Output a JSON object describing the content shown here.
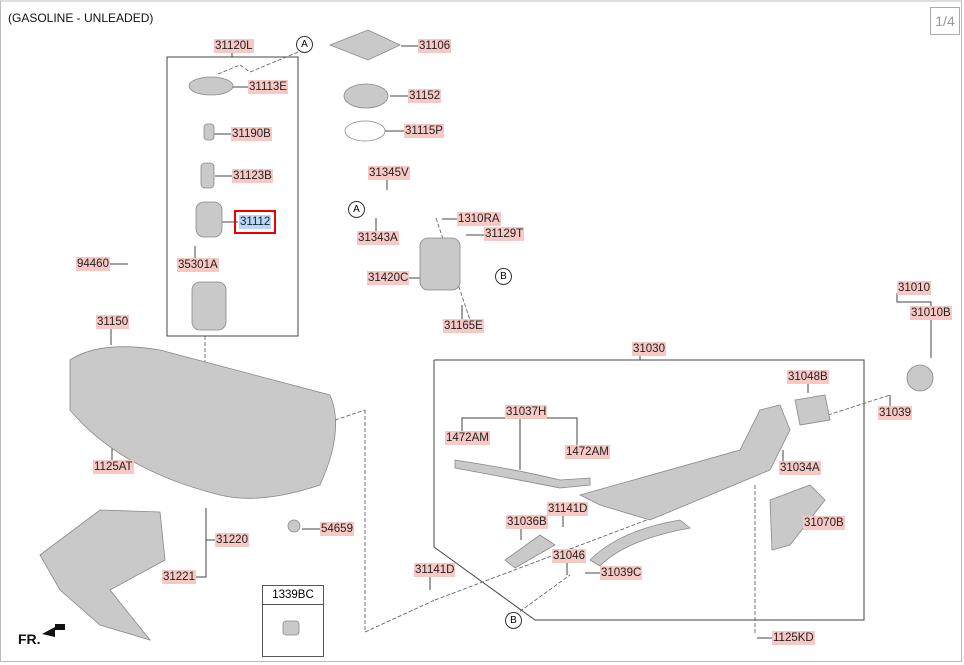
{
  "header": {
    "title": "(GASOLINE - UNLEADED)",
    "page_indicator": "1/4"
  },
  "selected_part": "31112",
  "parts": [
    "31120L",
    "31113E",
    "31190B",
    "31123B",
    "31112",
    "35301A",
    "94460",
    "31150",
    "31106",
    "31152",
    "31115P",
    "31345V",
    "1310RA",
    "31343A",
    "31129T",
    "31420C",
    "31165E",
    "31010",
    "31010B",
    "31030",
    "31048B",
    "31039",
    "31037H",
    "1472AM",
    "1472AM",
    "31034A",
    "31141D",
    "31036B",
    "31070B",
    "31046",
    "31039C",
    "31141D",
    "1125AT",
    "31220",
    "54659",
    "31221",
    "1125KD"
  ],
  "inset_box": {
    "label": "1339BC"
  },
  "reference_markers": [
    "A",
    "A",
    "B",
    "B"
  ],
  "orientation_label": "FR.",
  "colors": {
    "label_bg": "#f8c8c4",
    "selected_outline": "#e00000",
    "selected_bg": "#bcd6f5"
  }
}
